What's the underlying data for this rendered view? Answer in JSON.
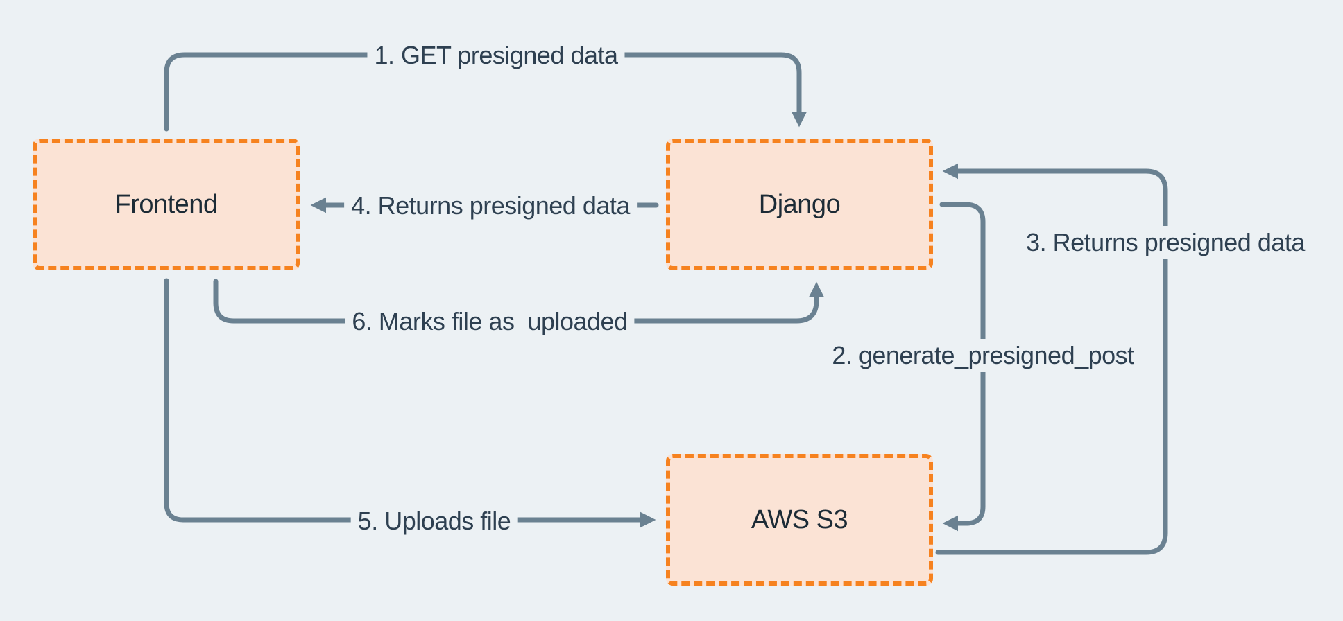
{
  "diagram": {
    "nodes": [
      {
        "id": "frontend",
        "label": "Frontend"
      },
      {
        "id": "django",
        "label": "Django"
      },
      {
        "id": "aws-s3",
        "label": "AWS S3"
      }
    ],
    "edges": [
      {
        "step": "1",
        "label": "1. GET presigned data",
        "from": "frontend",
        "to": "django"
      },
      {
        "step": "2",
        "label": "2. generate_presigned_post",
        "from": "django",
        "to": "aws-s3"
      },
      {
        "step": "3",
        "label": "3. Returns presigned data",
        "from": "aws-s3",
        "to": "django"
      },
      {
        "step": "4",
        "label": "4. Returns presigned data",
        "from": "django",
        "to": "frontend"
      },
      {
        "step": "5",
        "label": "5. Uploads file",
        "from": "frontend",
        "to": "aws-s3"
      },
      {
        "step": "6",
        "label": "6. Marks file as  uploaded",
        "from": "frontend",
        "to": "django"
      }
    ],
    "colors": {
      "background": "#ECF1F4",
      "node_fill": "#FBE3D5",
      "node_border": "#F6821F",
      "connector": "#6A8191",
      "edge_label_text": "#2E4051",
      "node_label_text": "#1C2B36"
    }
  }
}
